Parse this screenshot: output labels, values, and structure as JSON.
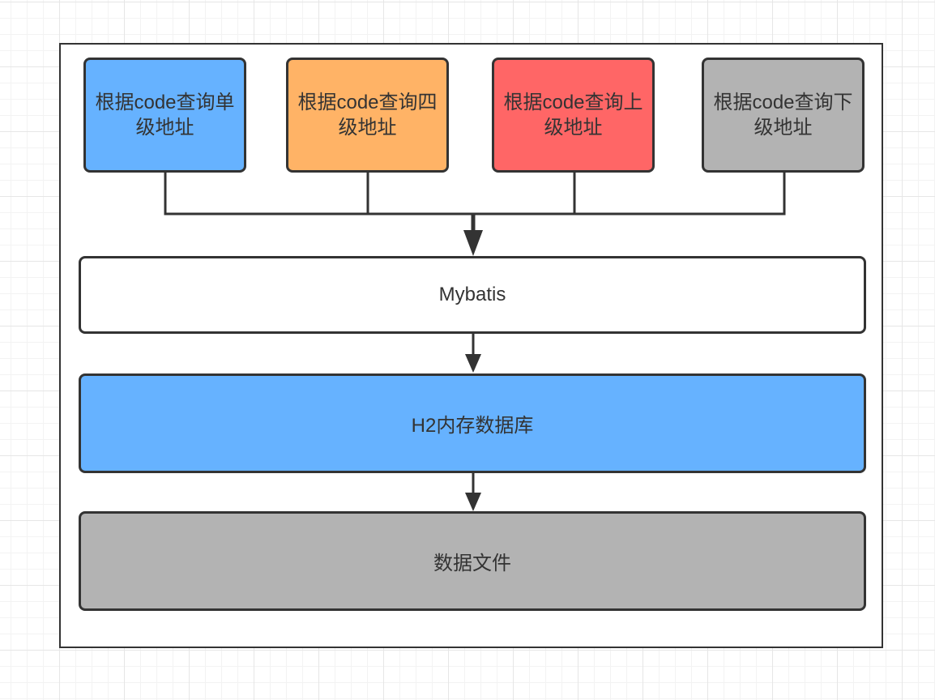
{
  "diagram": {
    "queries": [
      {
        "label": "根据code查询单级地址",
        "color": "#66b2ff"
      },
      {
        "label": "根据code查询四级地址",
        "color": "#ffb366"
      },
      {
        "label": "根据code查询上级地址",
        "color": "#ff6666"
      },
      {
        "label": "根据code查询下级地址",
        "color": "#b3b3b3"
      }
    ],
    "layers": [
      {
        "label": "Mybatis",
        "color": "#ffffff"
      },
      {
        "label": "H2内存数据库",
        "color": "#66b2ff"
      },
      {
        "label": "数据文件",
        "color": "#b3b3b3"
      }
    ],
    "edge_color": "#333333"
  }
}
